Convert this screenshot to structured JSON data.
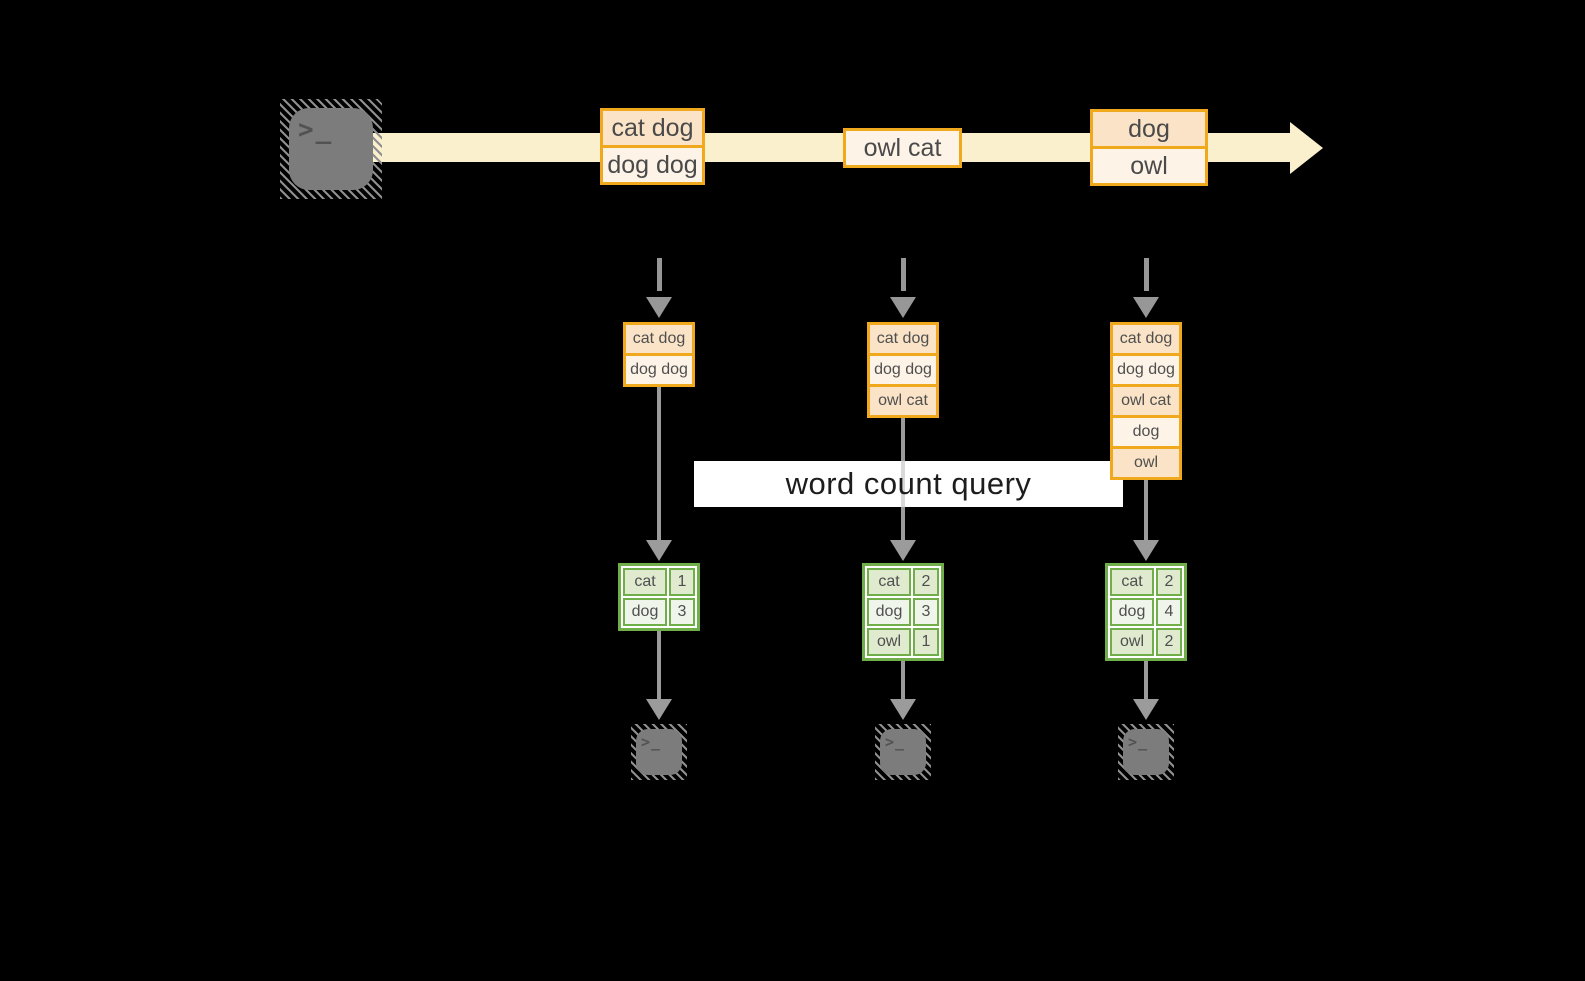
{
  "stream": {
    "batches": [
      {
        "cells": [
          {
            "text": "cat dog",
            "tone": "dark"
          },
          {
            "text": "dog dog",
            "tone": "light"
          }
        ]
      },
      {
        "cells": [
          {
            "text": "owl cat",
            "tone": "light"
          }
        ]
      },
      {
        "cells": [
          {
            "text": "dog",
            "tone": "dark"
          },
          {
            "text": "owl",
            "tone": "light"
          }
        ]
      }
    ]
  },
  "query_label": "word count query",
  "columns": [
    {
      "stack": [
        {
          "text": "cat dog",
          "tone": "dark"
        },
        {
          "text": "dog dog",
          "tone": "light"
        }
      ],
      "counts": [
        {
          "word": "cat",
          "count": "1",
          "tone": "dark"
        },
        {
          "word": "dog",
          "count": "3",
          "tone": "light"
        }
      ]
    },
    {
      "stack": [
        {
          "text": "cat dog",
          "tone": "dark"
        },
        {
          "text": "dog dog",
          "tone": "light"
        },
        {
          "text": "owl cat",
          "tone": "dark"
        }
      ],
      "counts": [
        {
          "word": "cat",
          "count": "2",
          "tone": "dark"
        },
        {
          "word": "dog",
          "count": "3",
          "tone": "light"
        },
        {
          "word": "owl",
          "count": "1",
          "tone": "dark"
        }
      ]
    },
    {
      "stack": [
        {
          "text": "cat dog",
          "tone": "dark"
        },
        {
          "text": "dog dog",
          "tone": "light"
        },
        {
          "text": "owl cat",
          "tone": "dark"
        },
        {
          "text": "dog",
          "tone": "light"
        },
        {
          "text": "owl",
          "tone": "dark"
        }
      ],
      "counts": [
        {
          "word": "cat",
          "count": "2",
          "tone": "dark"
        },
        {
          "word": "dog",
          "count": "4",
          "tone": "light"
        },
        {
          "word": "owl",
          "count": "2",
          "tone": "dark"
        }
      ]
    }
  ],
  "icons": {
    "terminal_glyph": ">_"
  },
  "colors": {
    "background": "#000000",
    "stream_fill": "#fbf0cd",
    "box_border": "#f0a81c",
    "box_fill_dark": "#fae3c6",
    "box_fill_light": "#fdf3e7",
    "table_border": "#6fae49",
    "table_fill_dark": "#dfeace",
    "table_fill_light": "#f0f5eb",
    "arrow_gray": "#9b9b9b",
    "terminal_gray": "#7c7c7c",
    "label_bg": "#ffffff",
    "label_text": "#1d1d1d"
  }
}
